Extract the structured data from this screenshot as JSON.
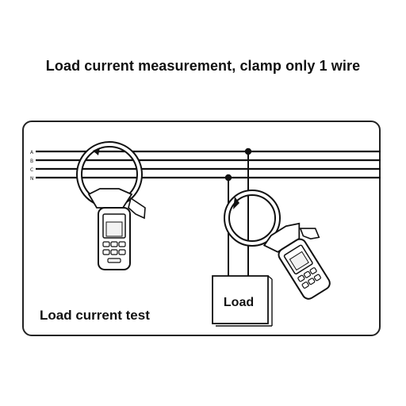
{
  "header": {
    "title": "Load current measurement, clamp only 1 wire"
  },
  "diagram": {
    "caption": "Load current test",
    "load_label": "Load",
    "wires": [
      "A",
      "B",
      "C",
      "N"
    ]
  }
}
